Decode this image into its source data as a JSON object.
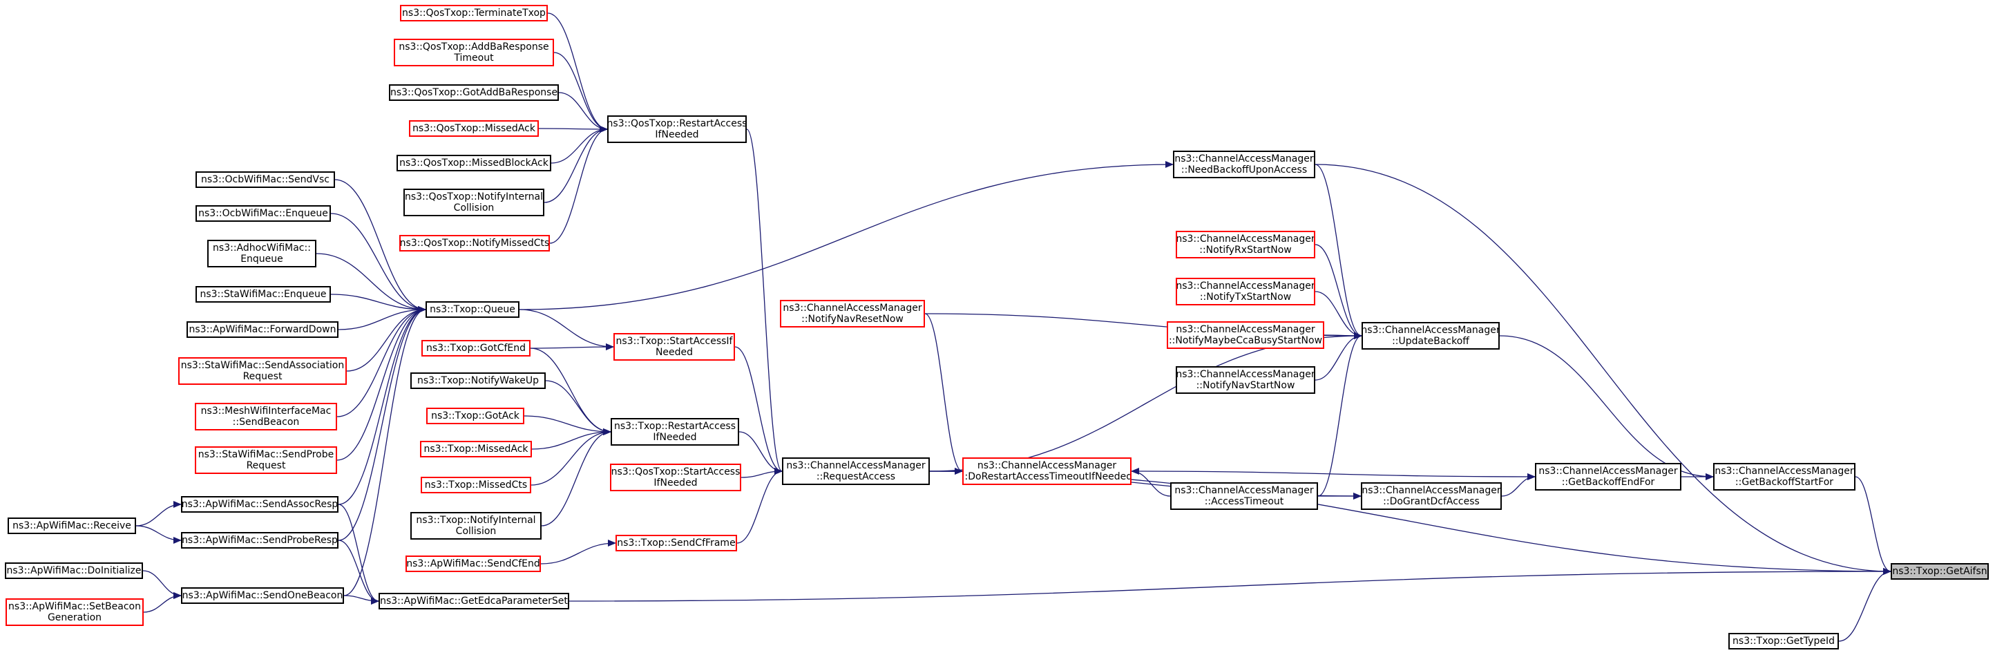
{
  "colors": {
    "edge": "#191970",
    "border": "#000000",
    "border_red": "#ff0000",
    "highlight_fill": "#bfbfbf"
  },
  "nodes": {
    "terminate_txop": {
      "lines": [
        "ns3::QosTxop::TerminateTxop"
      ],
      "border": "red"
    },
    "add_ba_response_timeout": {
      "lines": [
        "ns3::QosTxop::AddBaResponse",
        "Timeout"
      ],
      "border": "red"
    },
    "got_add_ba_response": {
      "lines": [
        "ns3::QosTxop::GotAddBaResponse"
      ],
      "border": "black"
    },
    "qos_missed_ack": {
      "lines": [
        "ns3::QosTxop::MissedAck"
      ],
      "border": "red"
    },
    "missed_block_ack": {
      "lines": [
        "ns3::QosTxop::MissedBlockAck"
      ],
      "border": "black"
    },
    "qos_notify_internal_collision": {
      "lines": [
        "ns3::QosTxop::NotifyInternal",
        "Collision"
      ],
      "border": "black"
    },
    "notify_missed_cts": {
      "lines": [
        "ns3::QosTxop::NotifyMissedCts"
      ],
      "border": "red"
    },
    "restart_access_if_needed_qos": {
      "lines": [
        "ns3::QosTxop::RestartAccess",
        "IfNeeded"
      ],
      "border": "black"
    },
    "ocb_send_vsc": {
      "lines": [
        "ns3::OcbWifiMac::SendVsc"
      ],
      "border": "black"
    },
    "ocb_enqueue": {
      "lines": [
        "ns3::OcbWifiMac::Enqueue"
      ],
      "border": "black"
    },
    "adhoc_enqueue": {
      "lines": [
        "ns3::AdhocWifiMac::",
        "Enqueue"
      ],
      "border": "black"
    },
    "sta_enqueue": {
      "lines": [
        "ns3::StaWifiMac::Enqueue"
      ],
      "border": "black"
    },
    "ap_forward_down": {
      "lines": [
        "ns3::ApWifiMac::ForwardDown"
      ],
      "border": "black"
    },
    "sta_send_association_request": {
      "lines": [
        "ns3::StaWifiMac::SendAssociation",
        "Request"
      ],
      "border": "red"
    },
    "mesh_send_beacon": {
      "lines": [
        "ns3::MeshWifiInterfaceMac",
        "::SendBeacon"
      ],
      "border": "red"
    },
    "sta_send_probe_request": {
      "lines": [
        "ns3::StaWifiMac::SendProbe",
        "Request"
      ],
      "border": "red"
    },
    "ap_send_assoc_resp": {
      "lines": [
        "ns3::ApWifiMac::SendAssocResp"
      ],
      "border": "black"
    },
    "ap_receive": {
      "lines": [
        "ns3::ApWifiMac::Receive"
      ],
      "border": "black"
    },
    "ap_send_probe_resp": {
      "lines": [
        "ns3::ApWifiMac::SendProbeResp"
      ],
      "border": "black"
    },
    "ap_do_initialize": {
      "lines": [
        "ns3::ApWifiMac::DoInitialize"
      ],
      "border": "black"
    },
    "ap_set_beacon_generation": {
      "lines": [
        "ns3::ApWifiMac::SetBeacon",
        "Generation"
      ],
      "border": "red"
    },
    "ap_send_one_beacon": {
      "lines": [
        "ns3::ApWifiMac::SendOneBeacon"
      ],
      "border": "black"
    },
    "ap_get_edca_parameter_set": {
      "lines": [
        "ns3::ApWifiMac::GetEdcaParameterSet"
      ],
      "border": "black"
    },
    "txop_queue": {
      "lines": [
        "ns3::Txop::Queue"
      ],
      "border": "black"
    },
    "txop_got_cf_end": {
      "lines": [
        "ns3::Txop::GotCfEnd"
      ],
      "border": "red"
    },
    "txop_start_access_if_needed": {
      "lines": [
        "ns3::Txop::StartAccessIf",
        "Needed"
      ],
      "border": "red"
    },
    "txop_notify_wake_up": {
      "lines": [
        "ns3::Txop::NotifyWakeUp"
      ],
      "border": "black"
    },
    "txop_got_ack": {
      "lines": [
        "ns3::Txop::GotAck"
      ],
      "border": "red"
    },
    "txop_missed_ack": {
      "lines": [
        "ns3::Txop::MissedAck"
      ],
      "border": "red"
    },
    "txop_missed_cts": {
      "lines": [
        "ns3::Txop::MissedCts"
      ],
      "border": "red"
    },
    "txop_notify_internal_collision": {
      "lines": [
        "ns3::Txop::NotifyInternal",
        "Collision"
      ],
      "border": "black"
    },
    "txop_restart_access_if_needed": {
      "lines": [
        "ns3::Txop::RestartAccess",
        "IfNeeded"
      ],
      "border": "black"
    },
    "qos_start_access_if_needed": {
      "lines": [
        "ns3::QosTxop::StartAccess",
        "IfNeeded"
      ],
      "border": "red"
    },
    "ap_send_cf_end": {
      "lines": [
        "ns3::ApWifiMac::SendCfEnd"
      ],
      "border": "red"
    },
    "txop_send_cf_frame": {
      "lines": [
        "ns3::Txop::SendCfFrame"
      ],
      "border": "red"
    },
    "cam_notify_nav_reset_now": {
      "lines": [
        "ns3::ChannelAccessManager",
        "::NotifyNavResetNow"
      ],
      "border": "red"
    },
    "cam_request_access": {
      "lines": [
        "ns3::ChannelAccessManager",
        "::RequestAccess"
      ],
      "border": "black"
    },
    "cam_do_restart_access_timeout": {
      "lines": [
        "ns3::ChannelAccessManager",
        "::DoRestartAccessTimeoutIfNeeded"
      ],
      "border": "red"
    },
    "cam_access_timeout": {
      "lines": [
        "ns3::ChannelAccessManager",
        "::AccessTimeout"
      ],
      "border": "black"
    },
    "cam_need_backoff_upon_access": {
      "lines": [
        "ns3::ChannelAccessManager",
        "::NeedBackoffUponAccess"
      ],
      "border": "black"
    },
    "cam_notify_rx_start_now": {
      "lines": [
        "ns3::ChannelAccessManager",
        "::NotifyRxStartNow"
      ],
      "border": "red"
    },
    "cam_notify_tx_start_now": {
      "lines": [
        "ns3::ChannelAccessManager",
        "::NotifyTxStartNow"
      ],
      "border": "red"
    },
    "cam_notify_maybe_cca_busy": {
      "lines": [
        "ns3::ChannelAccessManager",
        "::NotifyMaybeCcaBusyStartNow"
      ],
      "border": "red"
    },
    "cam_notify_nav_start_now": {
      "lines": [
        "ns3::ChannelAccessManager",
        "::NotifyNavStartNow"
      ],
      "border": "black"
    },
    "cam_update_backoff": {
      "lines": [
        "ns3::ChannelAccessManager",
        "::UpdateBackoff"
      ],
      "border": "black"
    },
    "cam_do_grant_dcf_access": {
      "lines": [
        "ns3::ChannelAccessManager",
        "::DoGrantDcfAccess"
      ],
      "border": "black"
    },
    "cam_get_backoff_end_for": {
      "lines": [
        "ns3::ChannelAccessManager",
        "::GetBackoffEndFor"
      ],
      "border": "black"
    },
    "cam_get_backoff_start_for": {
      "lines": [
        "ns3::ChannelAccessManager",
        "::GetBackoffStartFor"
      ],
      "border": "black"
    },
    "txop_get_aifsn": {
      "lines": [
        "ns3::Txop::GetAifsn"
      ],
      "border": "black",
      "highlight": true
    },
    "txop_get_type_id": {
      "lines": [
        "ns3::Txop::GetTypeId"
      ],
      "border": "black"
    }
  },
  "edges": [
    [
      "terminate_txop",
      "restart_access_if_needed_qos"
    ],
    [
      "add_ba_response_timeout",
      "restart_access_if_needed_qos"
    ],
    [
      "got_add_ba_response",
      "restart_access_if_needed_qos"
    ],
    [
      "qos_missed_ack",
      "restart_access_if_needed_qos"
    ],
    [
      "missed_block_ack",
      "restart_access_if_needed_qos"
    ],
    [
      "qos_notify_internal_collision",
      "restart_access_if_needed_qos"
    ],
    [
      "notify_missed_cts",
      "restart_access_if_needed_qos"
    ],
    [
      "restart_access_if_needed_qos",
      "cam_request_access"
    ],
    [
      "ocb_send_vsc",
      "txop_queue"
    ],
    [
      "ocb_enqueue",
      "txop_queue"
    ],
    [
      "adhoc_enqueue",
      "txop_queue"
    ],
    [
      "sta_enqueue",
      "txop_queue"
    ],
    [
      "ap_forward_down",
      "txop_queue"
    ],
    [
      "sta_send_association_request",
      "txop_queue"
    ],
    [
      "mesh_send_beacon",
      "txop_queue"
    ],
    [
      "sta_send_probe_request",
      "txop_queue"
    ],
    [
      "ap_send_assoc_resp",
      "txop_queue"
    ],
    [
      "ap_send_probe_resp",
      "txop_queue"
    ],
    [
      "ap_send_one_beacon",
      "txop_queue"
    ],
    [
      "ap_receive",
      "ap_send_assoc_resp"
    ],
    [
      "ap_receive",
      "ap_send_probe_resp"
    ],
    [
      "ap_do_initialize",
      "ap_send_one_beacon"
    ],
    [
      "ap_set_beacon_generation",
      "ap_send_one_beacon"
    ],
    [
      "ap_send_assoc_resp",
      "ap_get_edca_parameter_set"
    ],
    [
      "ap_send_probe_resp",
      "ap_get_edca_parameter_set"
    ],
    [
      "ap_send_one_beacon",
      "ap_get_edca_parameter_set"
    ],
    [
      "txop_queue",
      "txop_start_access_if_needed"
    ],
    [
      "txop_queue",
      "cam_need_backoff_upon_access"
    ],
    [
      "txop_got_cf_end",
      "txop_start_access_if_needed"
    ],
    [
      "txop_got_cf_end",
      "txop_restart_access_if_needed"
    ],
    [
      "txop_notify_wake_up",
      "txop_restart_access_if_needed"
    ],
    [
      "txop_got_ack",
      "txop_restart_access_if_needed"
    ],
    [
      "txop_missed_ack",
      "txop_restart_access_if_needed"
    ],
    [
      "txop_missed_cts",
      "txop_restart_access_if_needed"
    ],
    [
      "txop_notify_internal_collision",
      "txop_restart_access_if_needed"
    ],
    [
      "txop_start_access_if_needed",
      "cam_request_access"
    ],
    [
      "txop_restart_access_if_needed",
      "cam_request_access"
    ],
    [
      "qos_start_access_if_needed",
      "cam_request_access"
    ],
    [
      "ap_send_cf_end",
      "txop_send_cf_frame"
    ],
    [
      "txop_send_cf_frame",
      "cam_request_access"
    ],
    [
      "cam_notify_nav_reset_now",
      "cam_update_backoff"
    ],
    [
      "cam_notify_nav_reset_now",
      "cam_do_restart_access_timeout"
    ],
    [
      "cam_request_access",
      "cam_update_backoff"
    ],
    [
      "cam_request_access",
      "cam_do_restart_access_timeout"
    ],
    [
      "cam_request_access",
      "cam_do_grant_dcf_access"
    ],
    [
      "cam_request_access",
      "txop_get_aifsn"
    ],
    [
      "cam_do_restart_access_timeout",
      "cam_get_backoff_end_for"
    ],
    [
      "cam_access_timeout",
      "cam_update_backoff"
    ],
    [
      "cam_access_timeout",
      "cam_do_grant_dcf_access"
    ],
    [
      "cam_access_timeout",
      "cam_do_restart_access_timeout"
    ],
    [
      "cam_need_backoff_upon_access",
      "cam_update_backoff"
    ],
    [
      "cam_need_backoff_upon_access",
      "txop_get_aifsn"
    ],
    [
      "cam_notify_rx_start_now",
      "cam_update_backoff"
    ],
    [
      "cam_notify_tx_start_now",
      "cam_update_backoff"
    ],
    [
      "cam_notify_maybe_cca_busy",
      "cam_update_backoff"
    ],
    [
      "cam_notify_nav_start_now",
      "cam_update_backoff"
    ],
    [
      "cam_update_backoff",
      "cam_get_backoff_start_for"
    ],
    [
      "cam_do_grant_dcf_access",
      "cam_get_backoff_end_for"
    ],
    [
      "cam_get_backoff_end_for",
      "cam_get_backoff_start_for"
    ],
    [
      "cam_get_backoff_start_for",
      "txop_get_aifsn"
    ],
    [
      "ap_get_edca_parameter_set",
      "txop_get_aifsn"
    ],
    [
      "txop_get_type_id",
      "txop_get_aifsn"
    ]
  ]
}
